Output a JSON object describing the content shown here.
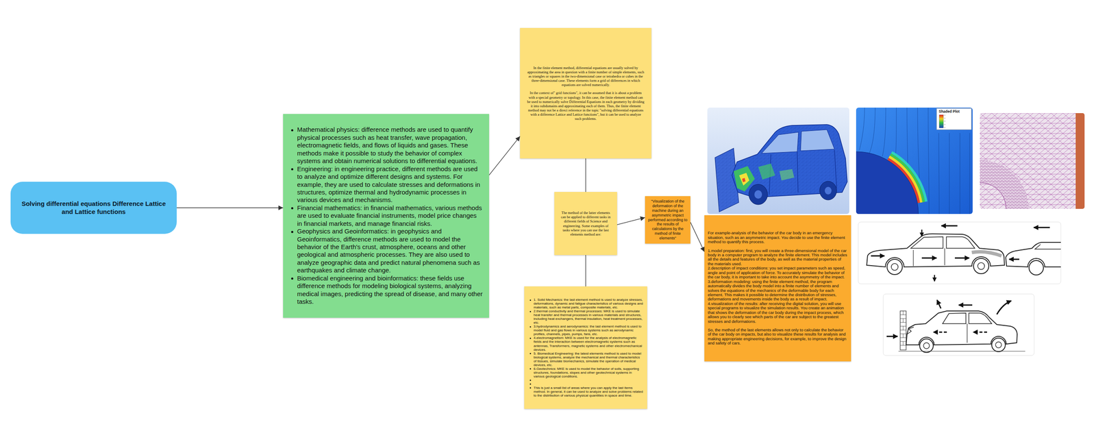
{
  "diagram": {
    "nodes": [
      {
        "text": [
          "Solving differential equations Difference Lattice and Lattice functions"
        ]
      },
      {
        "text": [
          "Mathematical physics: difference methods are used to quantify physical processes such as heat transfer, wave propagation, electromagnetic fields, and flows of liquids and gases. These methods make it possible to study the behavior of complex systems and obtain numerical solutions to differential equations.",
          "Engineering: in engineering practice, different methods are used to analyze and optimize different designs and systems. For example, they are used to calculate stresses and deformations in structures, optimize thermal and hydrodynamic processes in various devices and mechanisms.",
          "Financial mathematics: in financial mathematics, various methods are used to evaluate financial instruments, model price changes in financial markets, and manage financial risks.",
          "Geophysics and Geoinformatics: in geophysics and Geoinformatics, difference methods are used to model the behavior of the Earth's crust, atmosphere, oceans and other geological and atmospheric processes. They are also used to analyze geographic data and predict natural phenomena such as earthquakes and climate change.",
          "Biomedical engineering and bioinformatics: these fields use difference methods for modeling biological systems, analyzing medical images, predicting the spread of disease, and many other tasks."
        ]
      },
      {
        "text": [
          "In the finite element method, differential equations are usually solved by approximating the area in question with a finite number of simple elements, such as triangles or squares in the two-dimensional case or tetrahedra or cubes in the three-dimensional case. These elements form a grid of differences in which equations are solved numerically.",
          "In the context of\" grid functions\", it can be assumed that it is about a problem with a special geometry or topology. In this case, the finite element method can be used to numerically solve Differential Equations in each geometry by dividing it into subdomains and approximating each of them. Thus, the finite element method may not be a direct reference in the topic \"solving differential equations with a difference Lattice and Lattice functions\", but it can be used to analyze such problems."
        ]
      },
      {
        "text": [
          "The method of the latter elements can be applied to different tasks in different fields of Science and engineering. Some examples of tasks where you can use the last elements method are:"
        ]
      },
      {
        "text": [
          "1. Solid Mechanics: the last element method is used to analyze stresses, deformations, dynamic and fatigue characteristics of various designs and materials, such as metal parts, composite materials, etc.",
          "2.thermal conductivity and thermal processes: MKE is used to simulate heat transfer and thermal processes in various materials and structures, including heat exchangers, thermal insulation, heat treatment processes, etc.",
          "3.hydrodynamics and aerodynamics: the last element method is used to model fluid and gas flows in various systems such as aerodynamic profiles, channels, pipes, pumps, fans, etc.",
          "4.electromagnetism: MKE is used for the analysis of electromagnetic fields and the interaction between electromagnetic systems such as antennas, Transformers, magnetic systems and other electromechanical devices.",
          "5. Biomedical Engineering: the latest elements method is used to model biological systems, analyze the mechanical and thermal characteristics of tissues, simulate biomechanics, simulate the operation of medical devices, etc.",
          "6.Geotechnics: MKE is used to model the behavior of soils, supporting structures, foundations, slopes and other geotechnical systems in various geological conditions.",
          "This is just a small list of areas where you can apply the last items method. In general, it can be used to analyze and solve problems related to the distribution of various physical quantities in space and time."
        ]
      },
      {
        "text": [
          "\"Visualization of the deformation of the machine during an asymmetric impact performed according to the results of calculations by the method of finite elements\""
        ]
      },
      {
        "text": [
          "For example-analysis of the behavior of the car body in an emergency situation, such as an asymmetric impact. You decide to use the finite element method to quantify this process.",
          "1.model preparation: first, you will create a three-dimensional model of the car body in a computer program to analyze the finite element. This model includes all the details and features of the body, as well as the material properties of the materials used.",
          "2.description of impact conditions: you set impact parameters such as speed, angle and point of application of force. To accurately simulate the behavior of the car body, it is important to take into account the asymmetry of the impact.",
          "3.deformation modeling: using the finite element method, the program automatically divides the body model into a finite number of elements and solves the equations of the mechanics of the deformable body for each element. This makes it possible to determine the distribution of stresses, deformations and movements inside the body as a result of impact.",
          "4.visualization of the results: after receiving the digital solution, you will use special programs to visualize the simulation results. You create an animation that shows the deformation of the car body during the impact process, which allows you to clearly see which parts of the car are subject to the greatest stresses and deformations.",
          "So, the method of the last elements allows not only to calculate the behavior of the car body on impacts, but also to visualize these results for analysis and making appropriate engineering decisions, for example, to improve the design and safety of cars."
        ]
      }
    ],
    "edges": [
      {
        "from": 0,
        "to": 1,
        "arrow": "to"
      },
      {
        "from": 1,
        "to": 2,
        "arrow": "to"
      },
      {
        "from": 2,
        "to": 3,
        "arrow": "none"
      },
      {
        "from": 3,
        "to": 4,
        "arrow": "none"
      },
      {
        "from": 3,
        "to": 5,
        "arrow": "to"
      },
      {
        "from": 5,
        "to": 6,
        "arrow": "to"
      }
    ],
    "labels": [
      "Shaded Plot"
    ]
  }
}
